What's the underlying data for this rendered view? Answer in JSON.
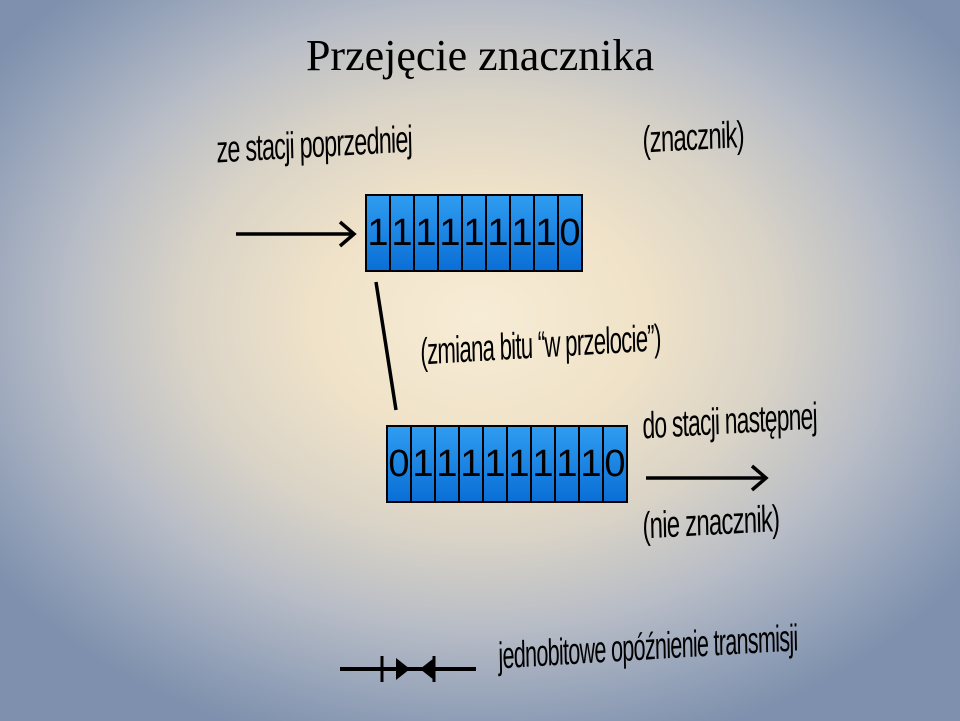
{
  "title": "Przejęcie znacznika",
  "labels": {
    "from_prev": "ze stacji poprzedniej",
    "token": "(znacznik)",
    "bit_change": "(zmiana bitu “w przelocie”)",
    "to_next": "do stacji następnej",
    "not_token": "(nie znacznik)",
    "delay": "jednobitowe opóźnienie transmisji"
  },
  "register_top": {
    "bits": [
      "1",
      "1",
      "1",
      "1",
      "1",
      "1",
      "1",
      "1",
      "0"
    ]
  },
  "register_bottom": {
    "bits": [
      "0",
      "1",
      "1",
      "1",
      "1",
      "1",
      "1",
      "1",
      "1",
      "0"
    ]
  }
}
